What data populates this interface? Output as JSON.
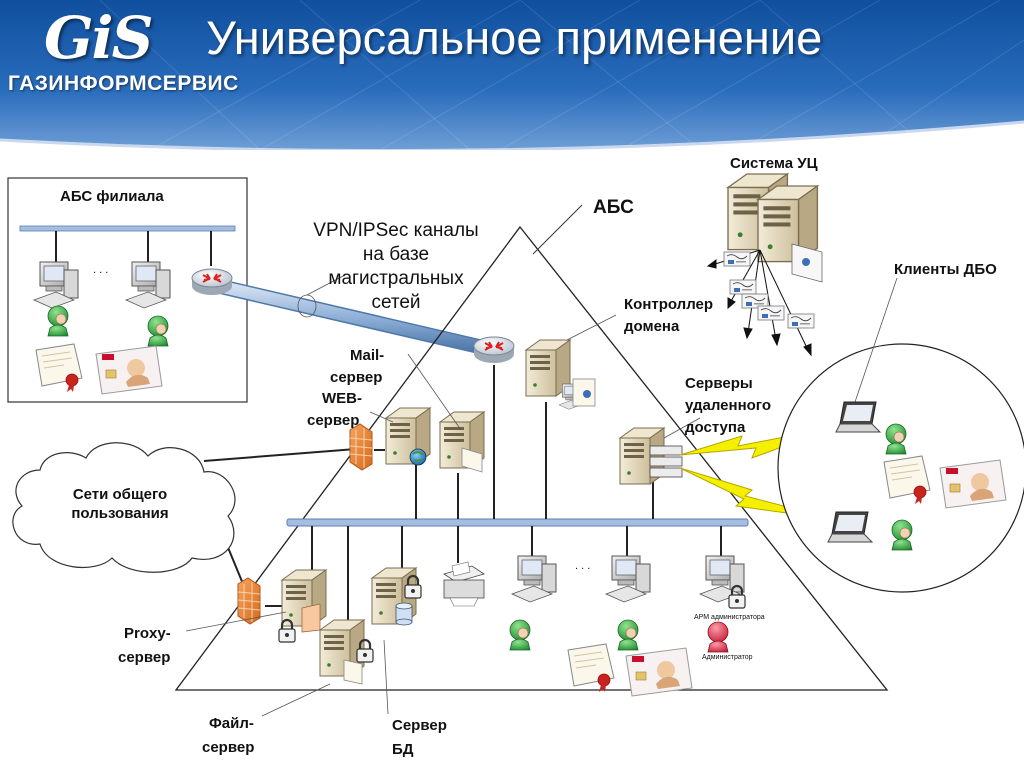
{
  "header": {
    "logo_mark": "GiS",
    "logo_sub": "ГАЗИНФОРМСЕРВИС",
    "title": "Универсальное применение"
  },
  "labels": {
    "abs_branch": "АБС филиала",
    "branch_dots": ". . .",
    "vpn_line1": "VPN/IPSec каналы",
    "vpn_line2": "на базе",
    "vpn_line3": "магистральных",
    "vpn_line4": "сетей",
    "abs": "АБС",
    "uc_system": "Система УЦ",
    "dbo_clients": "Клиенты ДБО",
    "domain_controller_1": "Контроллер",
    "domain_controller_2": "домена",
    "mail_1": "Mail-",
    "mail_2": "сервер",
    "web_1": "WEB-",
    "web_2": "сервер",
    "remote_1": "Серверы",
    "remote_2": "удаленного",
    "remote_3": "доступа",
    "public_1": "Сети общего",
    "public_2": "пользования",
    "proxy_1": "Proxy-",
    "proxy_2": "сервер",
    "file_1": "Файл-",
    "file_2": "сервер",
    "db_1": "Сервер",
    "db_2": "БД",
    "lan_dots": ". . .",
    "arm_admin": "АРМ администратора",
    "admin": "Администратор"
  },
  "colors": {
    "header_blue": "#1d5ca8",
    "bus_blue": "#9fb8d8",
    "firewall_orange": "#e8823a",
    "lightning_yellow": "#f4f000",
    "user_green": "#2e9e3e",
    "admin_red": "#d8324a"
  },
  "icons": [
    "workstation-icon",
    "router-icon",
    "server-icon",
    "firewall-icon",
    "lock-icon",
    "certificate-icon",
    "smartcard-icon",
    "laptop-icon",
    "printer-icon",
    "user-icon",
    "globe-icon",
    "database-icon",
    "cloud-icon"
  ]
}
